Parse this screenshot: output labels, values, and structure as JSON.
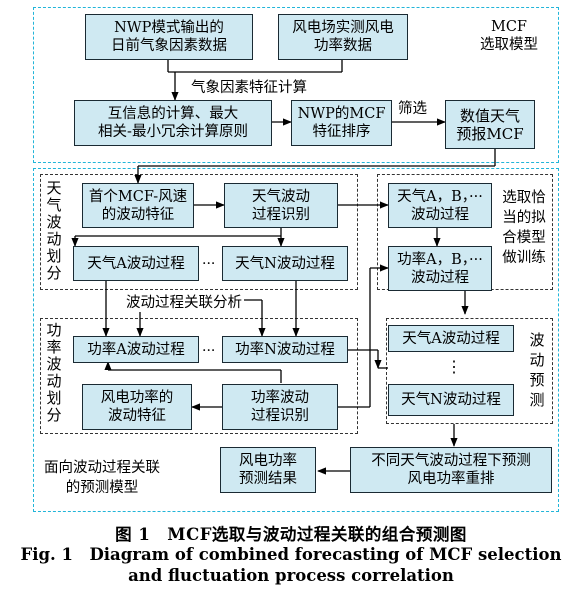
{
  "diagram": {
    "regions": {
      "mcf_label": "MCF\n选取模型",
      "model_label": "面向波动过程关联\n的预测模型",
      "weather_label": "天气波动划分",
      "power_label": "功率波动划分",
      "select_label": "选取恰当的拟合模型做训练",
      "predict_label": "波动预测"
    },
    "nodes": {
      "nwp_data": "NWP模式输出的\n日前气象因素数据",
      "wind_power": "风电场实测风电\n功率数据",
      "mi_calc": "互信息的计算、最大\n相关-最小冗余计算原则",
      "mcf_rank": "NWP的MCF\n特征排序",
      "nwp_mcf": "数值天气\n预报MCF",
      "first_mcf": "首个MCF-风速\n的波动特征",
      "weather_recog": "天气波动\n过程识别",
      "weather_a": "天气A波动过程",
      "weather_n": "天气N波动过程",
      "sel_weather": "天气A，B，···\n波动过程",
      "sel_power": "功率A，B，···\n波动过程",
      "power_a": "功率A波动过程",
      "power_n": "功率N波动过程",
      "power_feat": "风电功率的\n波动特征",
      "power_recog": "功率波动\n过程识别",
      "pred_a": "天气A波动过程",
      "pred_n": "天气N波动过程",
      "reorder": "不同天气波动过程下预测\n风电功率重排",
      "result": "风电功率\n预测结果"
    },
    "edge_labels": {
      "feature_calc": "气象因素特征计算",
      "filter": "筛选",
      "correlation": "波动过程关联分析"
    },
    "ellipsis": "···",
    "vertical_ellipsis": "⋮"
  },
  "caption": {
    "cn": "图 1　MCF选取与波动过程关联的组合预测图",
    "en_line1": "Fig. 1　Diagram of combined forecasting of MCF selection",
    "en_line2": "and fluctuation process correlation"
  }
}
